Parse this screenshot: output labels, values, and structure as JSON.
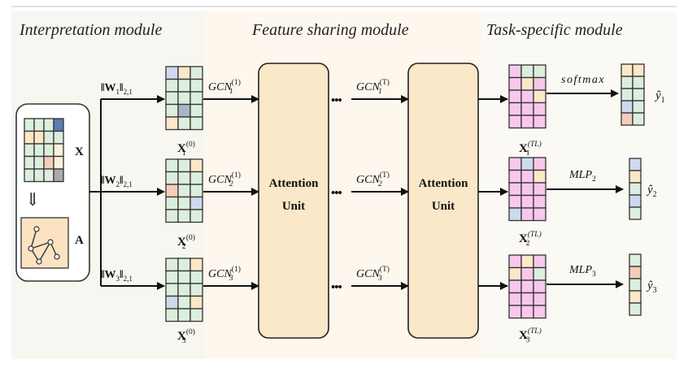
{
  "headers": {
    "interpretation": "Interpretation module",
    "feature_sharing": "Feature sharing module",
    "task_specific": "Task-specific module"
  },
  "input": {
    "x_label": "X",
    "a_label": "A",
    "arrow_glyph": "⇓"
  },
  "weights": [
    {
      "base": "‖W",
      "sub": "1",
      "suffix": "‖",
      "norm": "2,1"
    },
    {
      "base": "‖W",
      "sub": "2",
      "suffix": "‖",
      "norm": "2,1"
    },
    {
      "base": "‖W",
      "sub": "3",
      "suffix": "‖",
      "norm": "2,1"
    }
  ],
  "x0_labels": [
    {
      "base": "X",
      "sub": "1",
      "sup": "(0)"
    },
    {
      "base": "X",
      "sub": "2",
      "sup": "(0)"
    },
    {
      "base": "X",
      "sub": "3",
      "sup": "(0)"
    }
  ],
  "gcn_first": [
    {
      "base": "GCN",
      "sub": "1",
      "sup": "(1)"
    },
    {
      "base": "GCN",
      "sub": "2",
      "sup": "(1)"
    },
    {
      "base": "GCN",
      "sub": "3",
      "sup": "(1)"
    }
  ],
  "gcn_last": [
    {
      "base": "GCN",
      "sub": "1",
      "sup": "(T)"
    },
    {
      "base": "GCN",
      "sub": "2",
      "sup": "(T)"
    },
    {
      "base": "GCN",
      "sub": "3",
      "sup": "(T)"
    }
  ],
  "attention_units": [
    {
      "line1": "Attention",
      "line2": "Unit"
    },
    {
      "line1": "Attention",
      "line2": "Unit"
    }
  ],
  "ellipsis": "•••",
  "xtl_labels": [
    {
      "base": "X",
      "sub": "1",
      "sup": "(TL)"
    },
    {
      "base": "X",
      "sub": "2",
      "sup": "(TL)"
    },
    {
      "base": "X",
      "sub": "3",
      "sup": "(TL)"
    }
  ],
  "heads": [
    {
      "base": "softmax",
      "sub": ""
    },
    {
      "base": "MLP",
      "sub": "2"
    },
    {
      "base": "MLP",
      "sub": "3"
    }
  ],
  "outputs": [
    {
      "base": "ŷ",
      "sub": "1"
    },
    {
      "base": "ŷ",
      "sub": "2"
    },
    {
      "base": "ŷ",
      "sub": "3"
    }
  ],
  "colors": {
    "module_bg_left": "#f8f6f0",
    "module_bg_mid": "#fdf7ee",
    "module_bg_right": "#fbf9f4",
    "attention_fill": "#fbe8c8",
    "graph_fill": "#fbe3c2",
    "input_border": "#333333",
    "pink": "#f8c8ec",
    "peach": "#fce7c8",
    "green": "#dceedd",
    "blue": "#cfd9ee",
    "salmon": "#f4cdb9",
    "cream": "#fdf0dd",
    "slate": "#a9b4c8",
    "dark_blue": "#5b7ab8",
    "gray": "#aaaaaa"
  }
}
